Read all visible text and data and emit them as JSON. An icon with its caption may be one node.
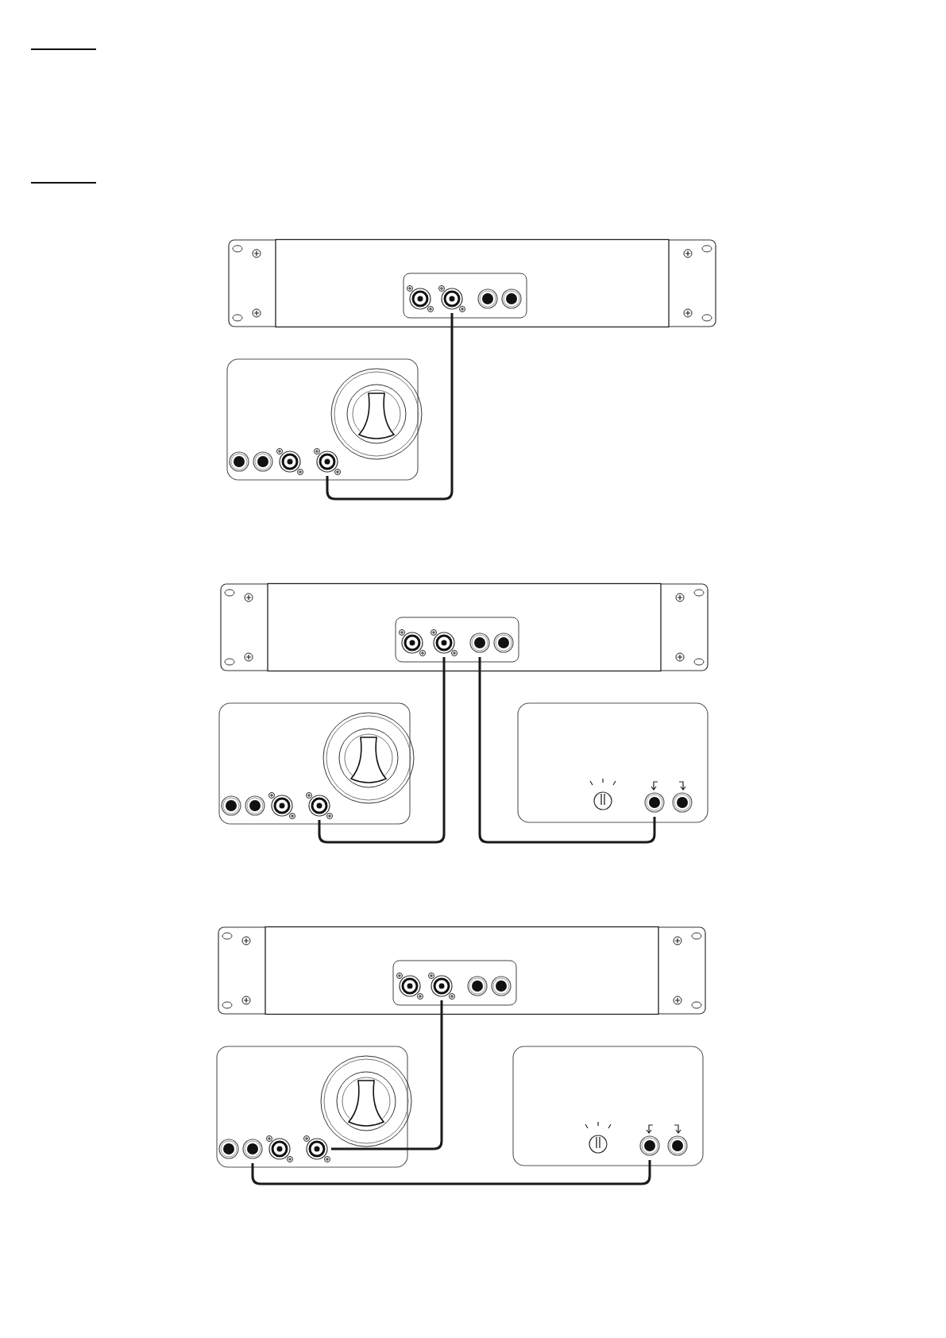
{
  "diagram": {
    "nodes": [
      {
        "text": [],
        "shape": "box"
      },
      {
        "text": [],
        "shape": "circle",
        "in": 0
      },
      {
        "text": [],
        "shape": "box"
      },
      {
        "text": [],
        "shape": "circle",
        "in": 2
      },
      {
        "text": [],
        "shape": "box"
      },
      {
        "text": [],
        "shape": "circle",
        "in": 4
      },
      {
        "text": [],
        "shape": "circle",
        "in": 4
      },
      {
        "text": [],
        "shape": "box"
      },
      {
        "text": [],
        "shape": "circle",
        "in": 7
      },
      {
        "text": [],
        "shape": "box"
      },
      {
        "text": [],
        "shape": "circle",
        "in": 9
      },
      {
        "text": [],
        "shape": "box"
      },
      {
        "text": [],
        "shape": "circle",
        "in": 11
      },
      {
        "text": [],
        "shape": "box"
      },
      {
        "text": [],
        "shape": "circle",
        "in": 13
      },
      {
        "text": [],
        "shape": "circle",
        "in": 13
      },
      {
        "text": [],
        "shape": "box"
      },
      {
        "text": [],
        "shape": "circle",
        "in": 16
      }
    ],
    "edges": [
      {
        "from": 1,
        "to": 3,
        "arrow": "none"
      },
      {
        "from": 5,
        "to": 8,
        "arrow": "none"
      },
      {
        "from": 6,
        "to": 10,
        "arrow": "none"
      },
      {
        "from": 12,
        "to": 15,
        "arrow": "none"
      },
      {
        "from": 14,
        "to": 17,
        "arrow": "none"
      }
    ]
  }
}
